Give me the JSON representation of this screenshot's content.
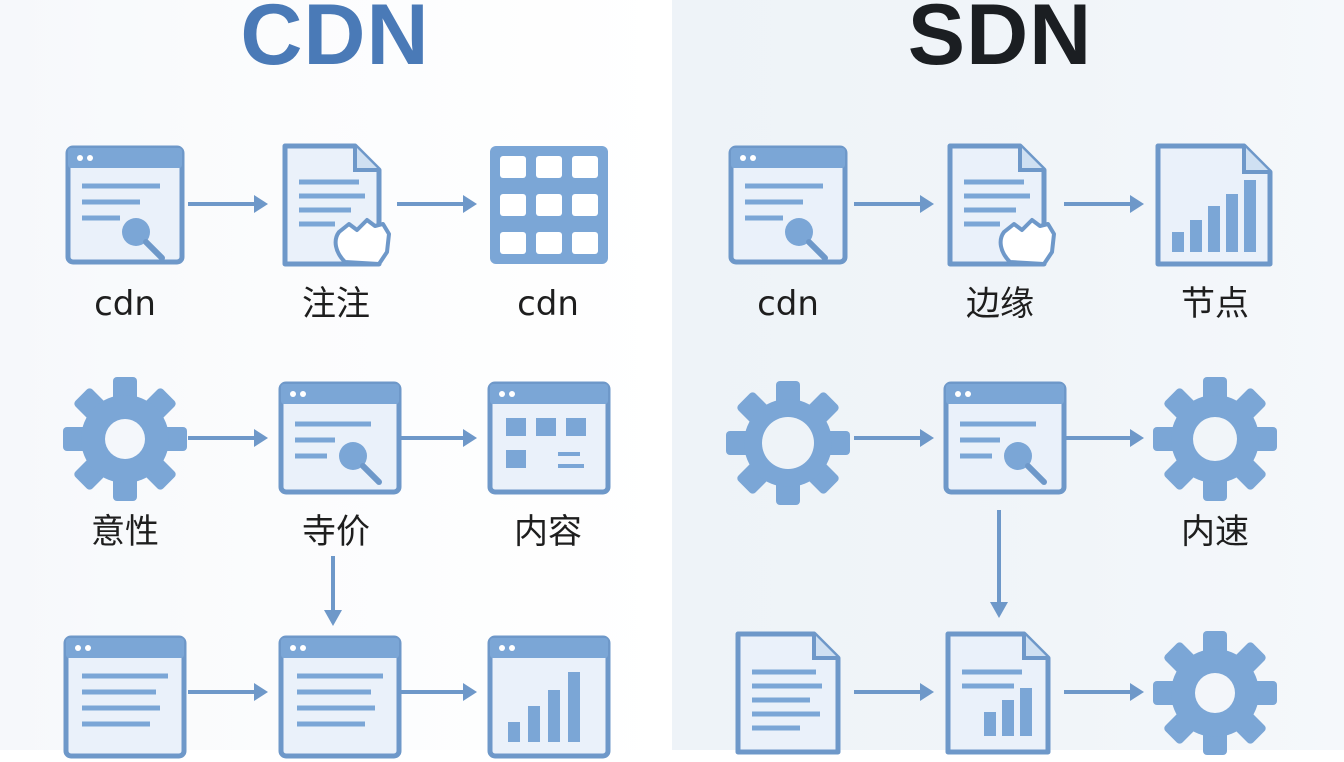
{
  "titles": {
    "left": "CDN",
    "right": "SDN"
  },
  "labels": {
    "cdn_r1c1": "cdn",
    "cdn_r1c2": "注注",
    "cdn_r1c3": "cdn",
    "cdn_r2c1": "意性",
    "cdn_r2c2": "寺价",
    "cdn_r2c3": "内容",
    "sdn_r1c1": "cdn",
    "sdn_r1c2": "边缘",
    "sdn_r1c3": "节点",
    "sdn_r2c3": "内速"
  },
  "colors": {
    "icon_fill": "#7ba6d6",
    "icon_stroke": "#5f8dc4",
    "arrow": "#6e98c9",
    "cdn_title": "#4a7ab7",
    "sdn_title": "#1b1e22"
  }
}
